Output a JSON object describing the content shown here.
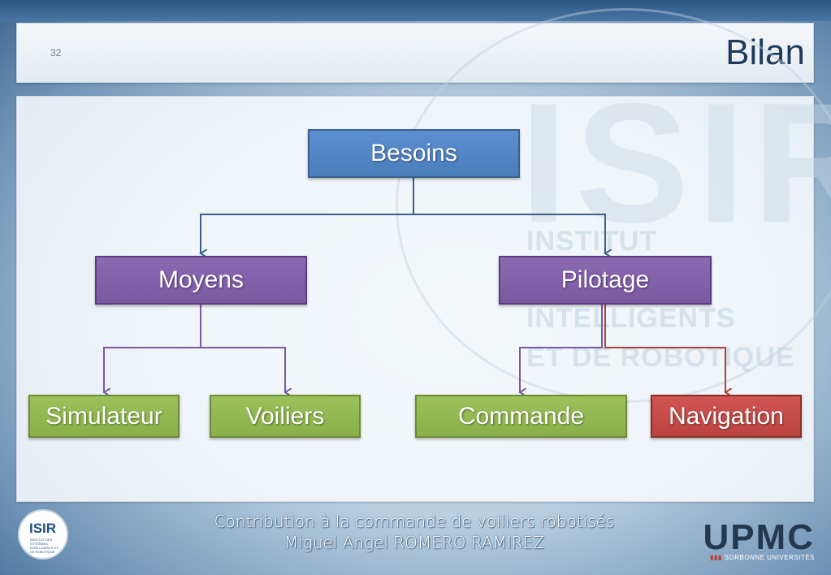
{
  "slide": {
    "number": "32",
    "title": "Bilan"
  },
  "diagram": {
    "root": "Besoins",
    "level1": [
      "Moyens",
      "Pilotage"
    ],
    "level2": [
      "Simulateur",
      "Voiliers",
      "Commande",
      "Navigation"
    ]
  },
  "colors": {
    "blue": "#4f81bd",
    "purple": "#8064a2",
    "green": "#9bbb59",
    "red": "#c0504d"
  },
  "footer": {
    "line1": "Contribution à la commande de voiliers robotisés",
    "line2": "Miguel Angel ROMERO RAMIREZ"
  },
  "logos": {
    "isir": {
      "word": "ISIR",
      "sub": "INSTITUT DES SYSTÈMES INTELLIGENTS ET DE ROBOTIQUE"
    },
    "upmc": {
      "word": "UPMC",
      "sub": "SORBONNE UNIVERSITÉS"
    }
  },
  "watermark": {
    "big": "ISIR",
    "line1": "INSTITUT",
    "line2": "INTELLIGENTS",
    "line3": "ET DE ROBOTIQUE"
  }
}
